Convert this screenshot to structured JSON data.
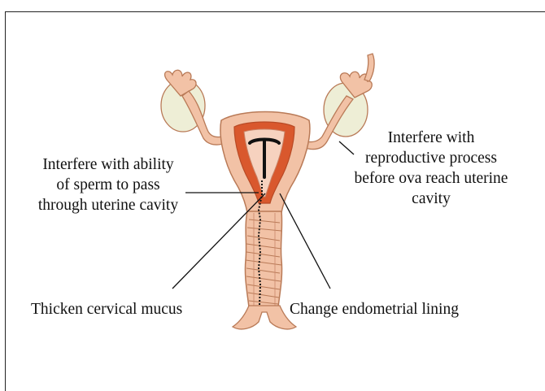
{
  "labels": {
    "left_top": [
      "Interfere with ability",
      "of sperm to pass",
      "through uterine cavity"
    ],
    "right_top": [
      "Interfere with",
      "reproductive process",
      "before ova reach uterine",
      "cavity"
    ],
    "bottom_left": "Thicken cervical mucus",
    "bottom_right": "Change endometrial lining"
  },
  "colors": {
    "tissue": "#f2c2a6",
    "tissue_outline": "#b97a57",
    "lining": "#d9582d",
    "ovary": "#eeeed6",
    "iud": "#111111",
    "leader_line": "#111111"
  }
}
